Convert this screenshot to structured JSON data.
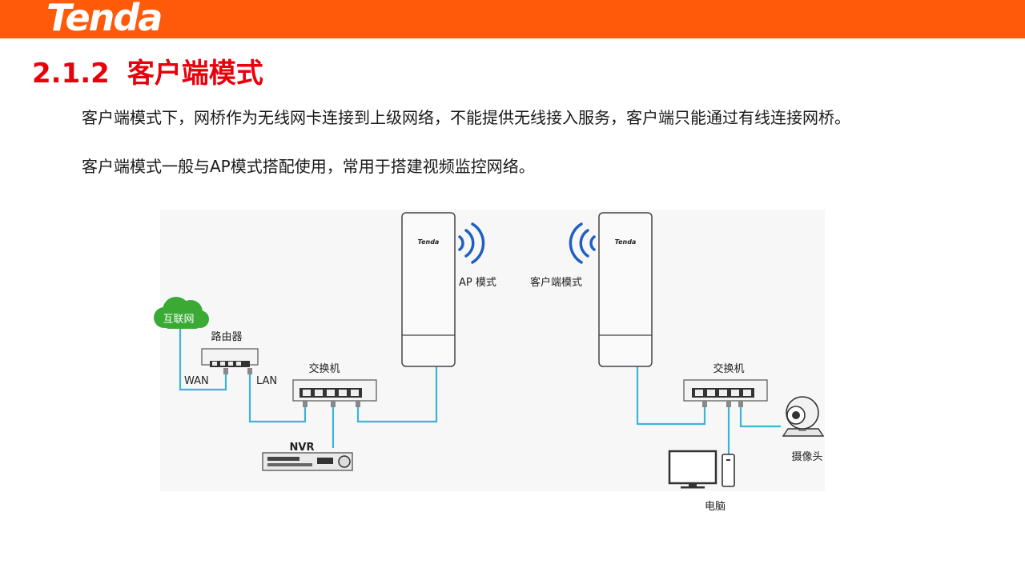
{
  "header": {
    "brand": "Tenda",
    "color": "#ff5a0a"
  },
  "section": {
    "number": "2.1.2",
    "title": "客户端模式"
  },
  "paragraphs": [
    "客户端模式下，网桥作为无线网卡连接到上级网络，不能提供无线接入服务，客户端只能通过有线连接网桥。",
    "客户端模式一般与AP模式搭配使用，常用于搭建视频监控网络。"
  ],
  "diagram": {
    "internet_label": "互联网",
    "router_label": "路由器",
    "wan_label": "WAN",
    "lan_label": "LAN",
    "switch_left_label": "交换机",
    "switch_right_label": "交换机",
    "nvr_label": "NVR",
    "ap_bridge_brand": "Tenda",
    "client_bridge_brand": "Tenda",
    "ap_mode_label": "AP 模式",
    "client_mode_label": "客户端模式",
    "camera_label": "摄像头",
    "pc_label": "电脑",
    "colors": {
      "cable": "#3cb4d8",
      "cloud": "#3aaa35",
      "wifi": "#1f5fc4"
    }
  }
}
